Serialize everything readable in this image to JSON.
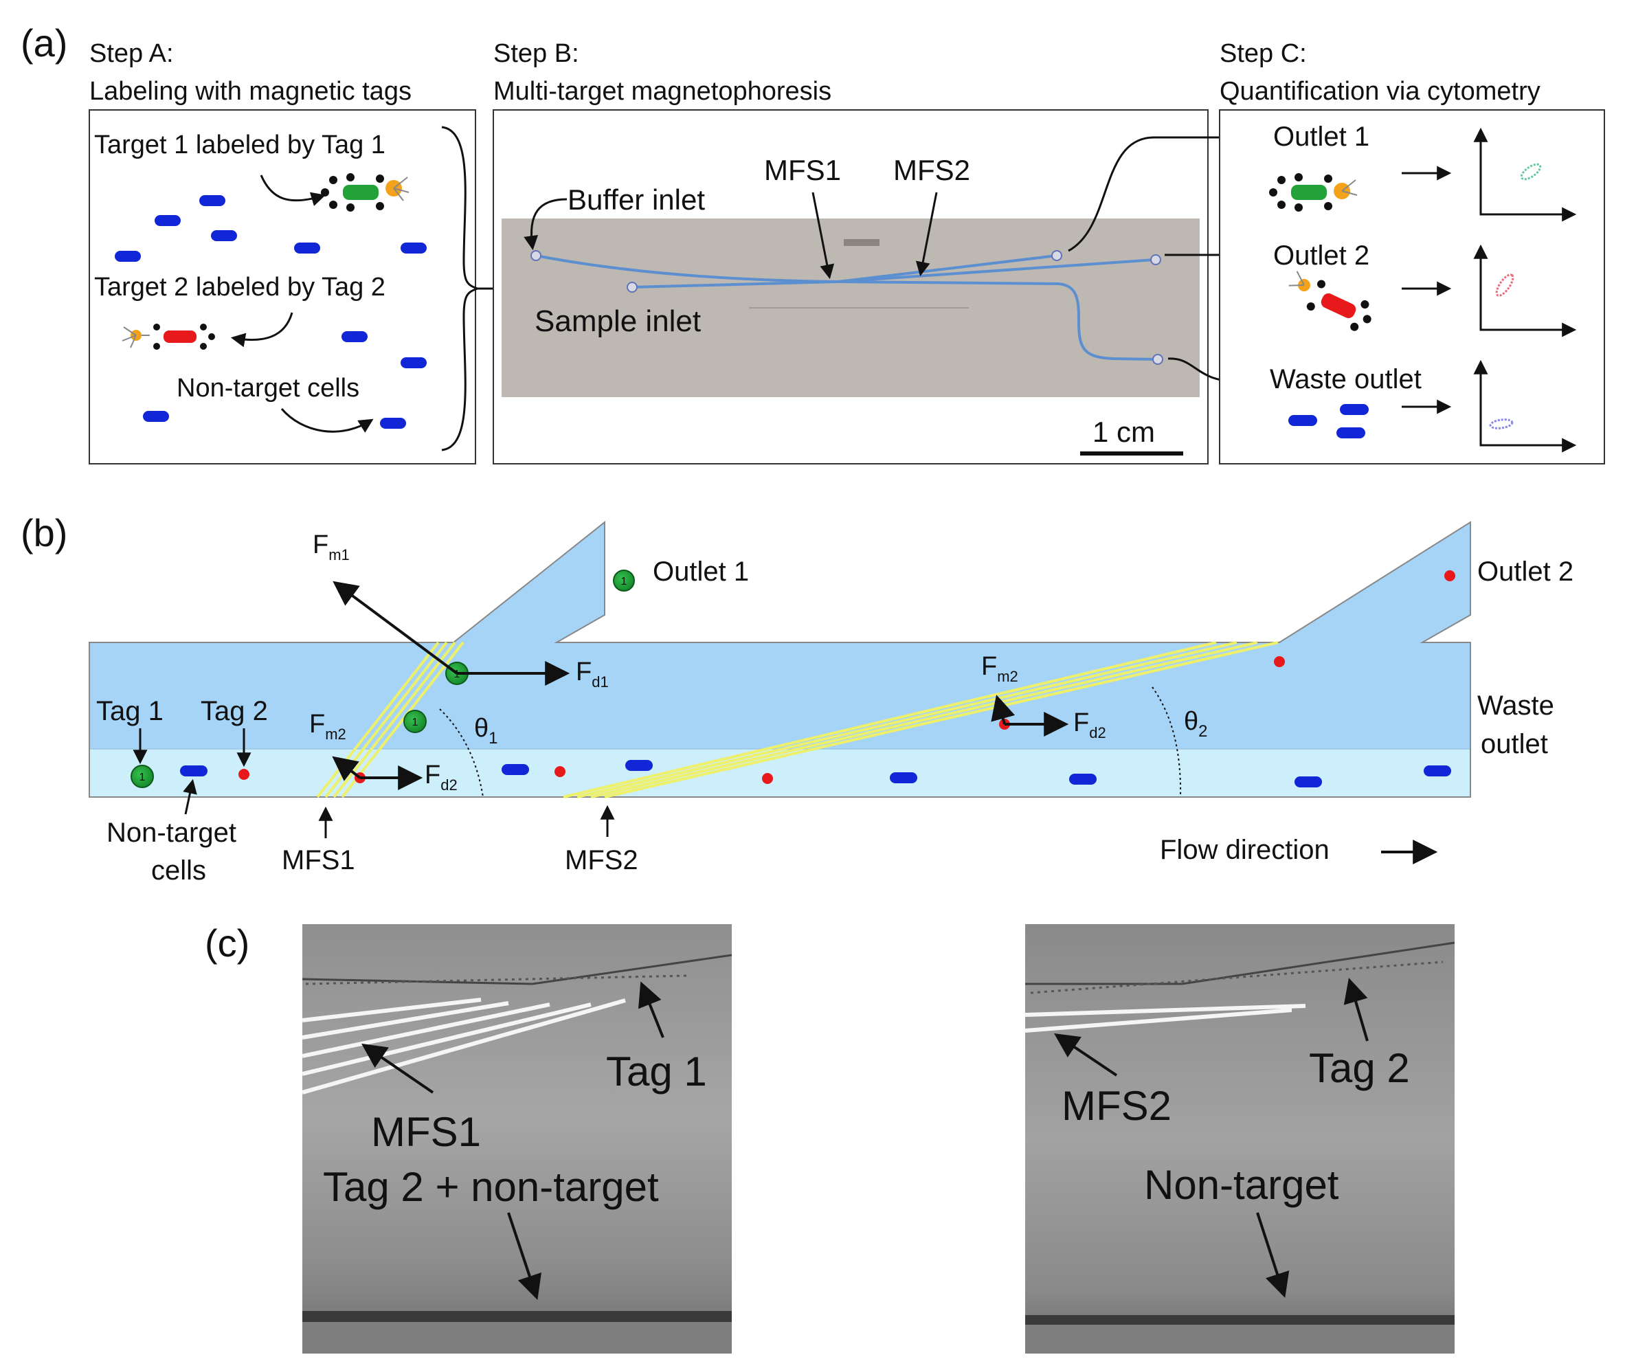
{
  "panel_a": {
    "label": "(a)",
    "step_a": {
      "title": "Step A:",
      "subtitle": "Labeling with magnetic tags",
      "target1": "Target 1 labeled by Tag 1",
      "target2": "Target 2 labeled by Tag 2",
      "nontarget": "Non-target cells"
    },
    "step_b": {
      "title": "Step B:",
      "subtitle": "Multi-target magnetophoresis",
      "buffer_inlet": "Buffer inlet",
      "sample_inlet": "Sample inlet",
      "mfs1": "MFS1",
      "mfs2": "MFS2",
      "scale": "1 cm"
    },
    "step_c": {
      "title": "Step C:",
      "subtitle": "Quantification via cytometry",
      "outlet1": "Outlet 1",
      "outlet2": "Outlet 2",
      "waste": "Waste outlet"
    }
  },
  "panel_b": {
    "label": "(b)",
    "outlet1": "Outlet 1",
    "outlet2": "Outlet 2",
    "waste_line1": "Waste",
    "waste_line2": "outlet",
    "tag1": "Tag 1",
    "tag2": "Tag 2",
    "nontarget_line1": "Non-target",
    "nontarget_line2": "cells",
    "mfs1": "MFS1",
    "mfs2": "MFS2",
    "flow": "Flow direction",
    "force_m1_main": "F",
    "force_m1_sub": "m1",
    "force_d1_main": "F",
    "force_d1_sub": "d1",
    "force_m2_main": "F",
    "force_m2_sub": "m2",
    "force_d2_main": "F",
    "force_d2_sub": "d2",
    "theta1_main": "θ",
    "theta1_sub": "1",
    "theta2_main": "θ",
    "theta2_sub": "2",
    "cell_label": "1"
  },
  "panel_c": {
    "label": "(c)",
    "left": {
      "tag": "Tag 1",
      "mfs": "MFS1",
      "bottom": "Tag 2 + non-target"
    },
    "right": {
      "tag": "Tag 2",
      "mfs": "MFS2",
      "bottom": "Non-target"
    }
  },
  "colors": {
    "channel": "#a6d4f7",
    "channel_lower": "#cdeefb",
    "mfs_stripe": "#eef06a",
    "tag1_green": "#23a23a",
    "tag2_red": "#e8191b",
    "cell_blue": "#1126d6",
    "tag_orange": "#f3a219",
    "chip_gray": "#bdb8b1",
    "micro_gray": "#9a9a9a"
  }
}
